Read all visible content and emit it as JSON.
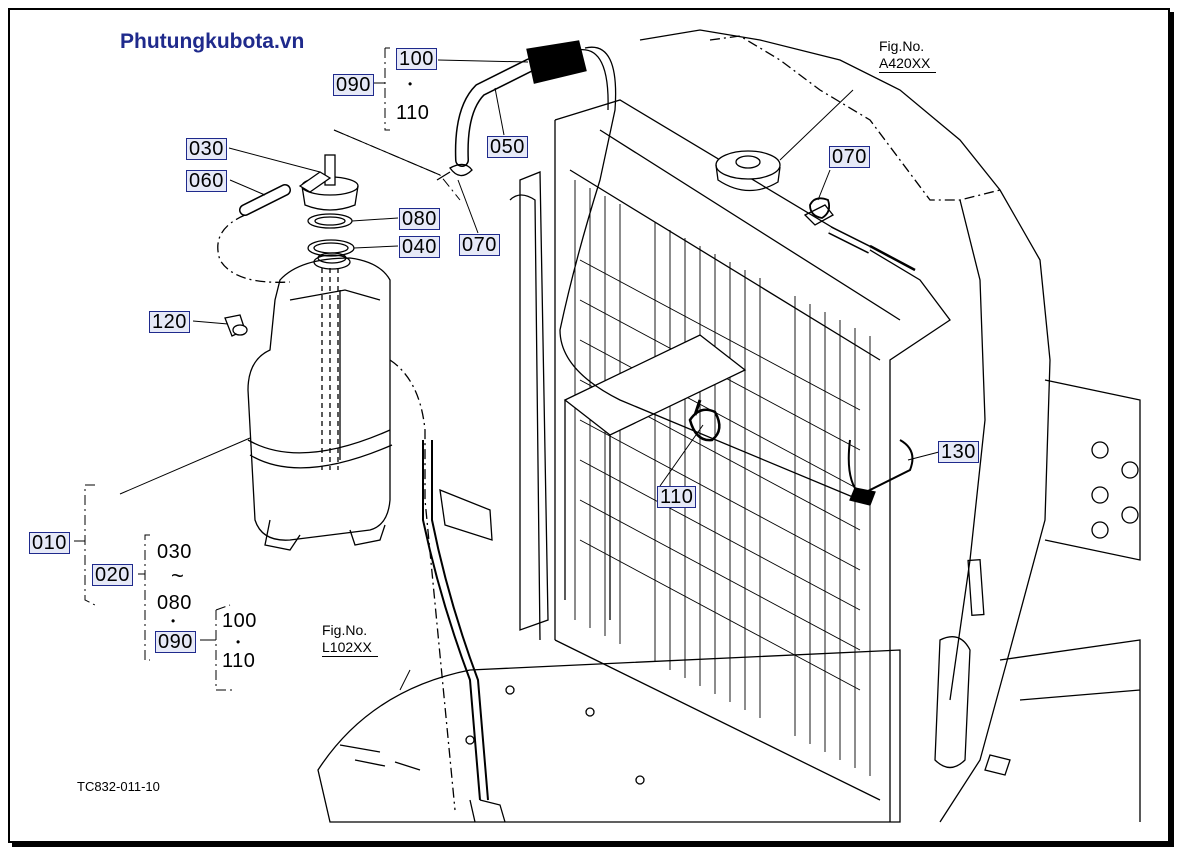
{
  "watermark": "Phutungkubota.vn",
  "drawing_code": "TC832-011-10",
  "figure_refs": [
    {
      "line1": "Fig.No.",
      "line2": "A420XX"
    },
    {
      "line1": "Fig.No.",
      "line2": "L102XX"
    }
  ],
  "callouts": {
    "c100_top": "100",
    "c090_top": "090",
    "c110_top": "110",
    "c030": "030",
    "c060": "060",
    "c050": "050",
    "c080": "080",
    "c040": "040",
    "c070_left": "070",
    "c070_right": "070",
    "c120": "120",
    "c110_mid": "110",
    "c130": "130",
    "c010": "010",
    "c020": "020",
    "g030": "030",
    "g_tilde": "~",
    "g080": "080",
    "g_dot1": "•",
    "g090": "090",
    "g100": "100",
    "g_dot2": "•",
    "g110": "110",
    "top_dot": "•"
  },
  "colors": {
    "ink": "#000000",
    "label_box": "#1f2a8c",
    "label_fill": "#e6e9f7",
    "watermark": "#1f2a8c"
  }
}
